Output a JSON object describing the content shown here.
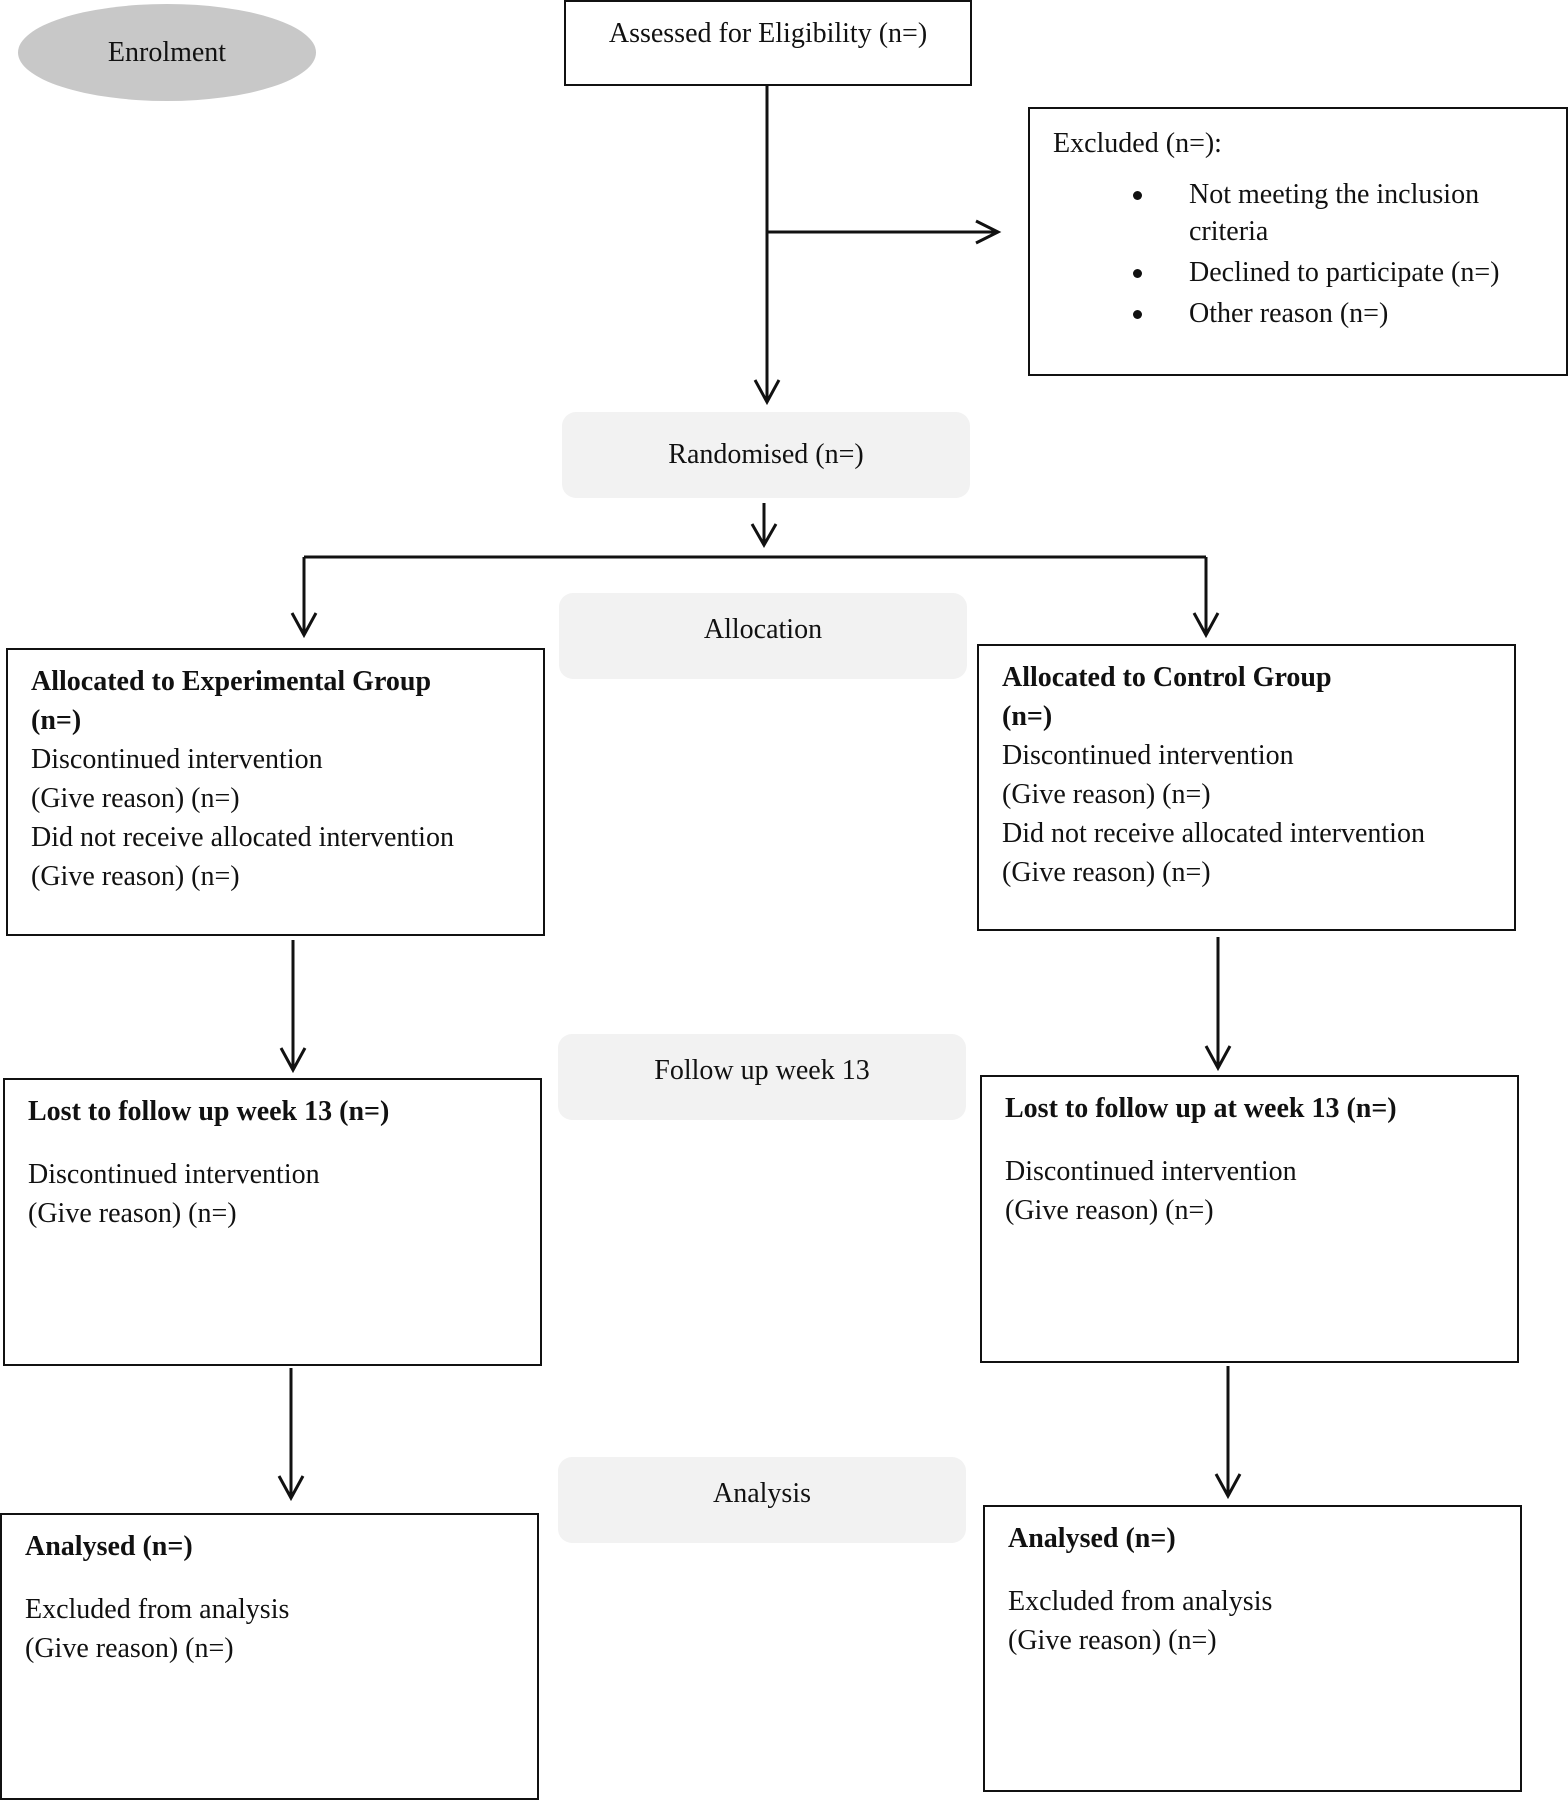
{
  "stage_labels": {
    "enrolment": "Enrolment",
    "randomised": "Randomised (n=)",
    "allocation": "Allocation",
    "follow_up": "Follow up week 13",
    "analysis": "Analysis"
  },
  "assessed_box": {
    "text": "Assessed for Eligibility (n=)"
  },
  "excluded_box": {
    "title": "Excluded (n=):",
    "items": [
      "Not meeting the inclusion",
      "criteria",
      "Declined to participate (n=)",
      "Other reason (n=)"
    ]
  },
  "allocated_experimental": {
    "title_line1": "Allocated to Experimental Group",
    "title_line2": "(n=)",
    "lines": [
      "Discontinued intervention",
      "(Give reason) (n=)",
      "Did not receive allocated intervention",
      "(Give reason) (n=)"
    ]
  },
  "allocated_control": {
    "title_line1": "Allocated to Control Group",
    "title_line2": "(n=)",
    "lines": [
      "Discontinued intervention",
      "(Give reason) (n=)",
      "Did not receive allocated intervention",
      "(Give reason) (n=)"
    ]
  },
  "followup_experimental": {
    "title": "Lost to follow up week 13 (n=)",
    "lines": [
      "Discontinued intervention",
      "(Give reason) (n=)"
    ]
  },
  "followup_control": {
    "title": "Lost to follow up at week 13 (n=)",
    "lines": [
      "Discontinued intervention",
      "(Give reason) (n=)"
    ]
  },
  "analysed_experimental": {
    "title": "Analysed (n=)",
    "lines": [
      "Excluded from analysis",
      "(Give reason) (n=)"
    ]
  },
  "analysed_control": {
    "title": "Analysed (n=)",
    "lines": [
      "Excluded from analysis",
      "(Give reason) (n=)"
    ]
  }
}
